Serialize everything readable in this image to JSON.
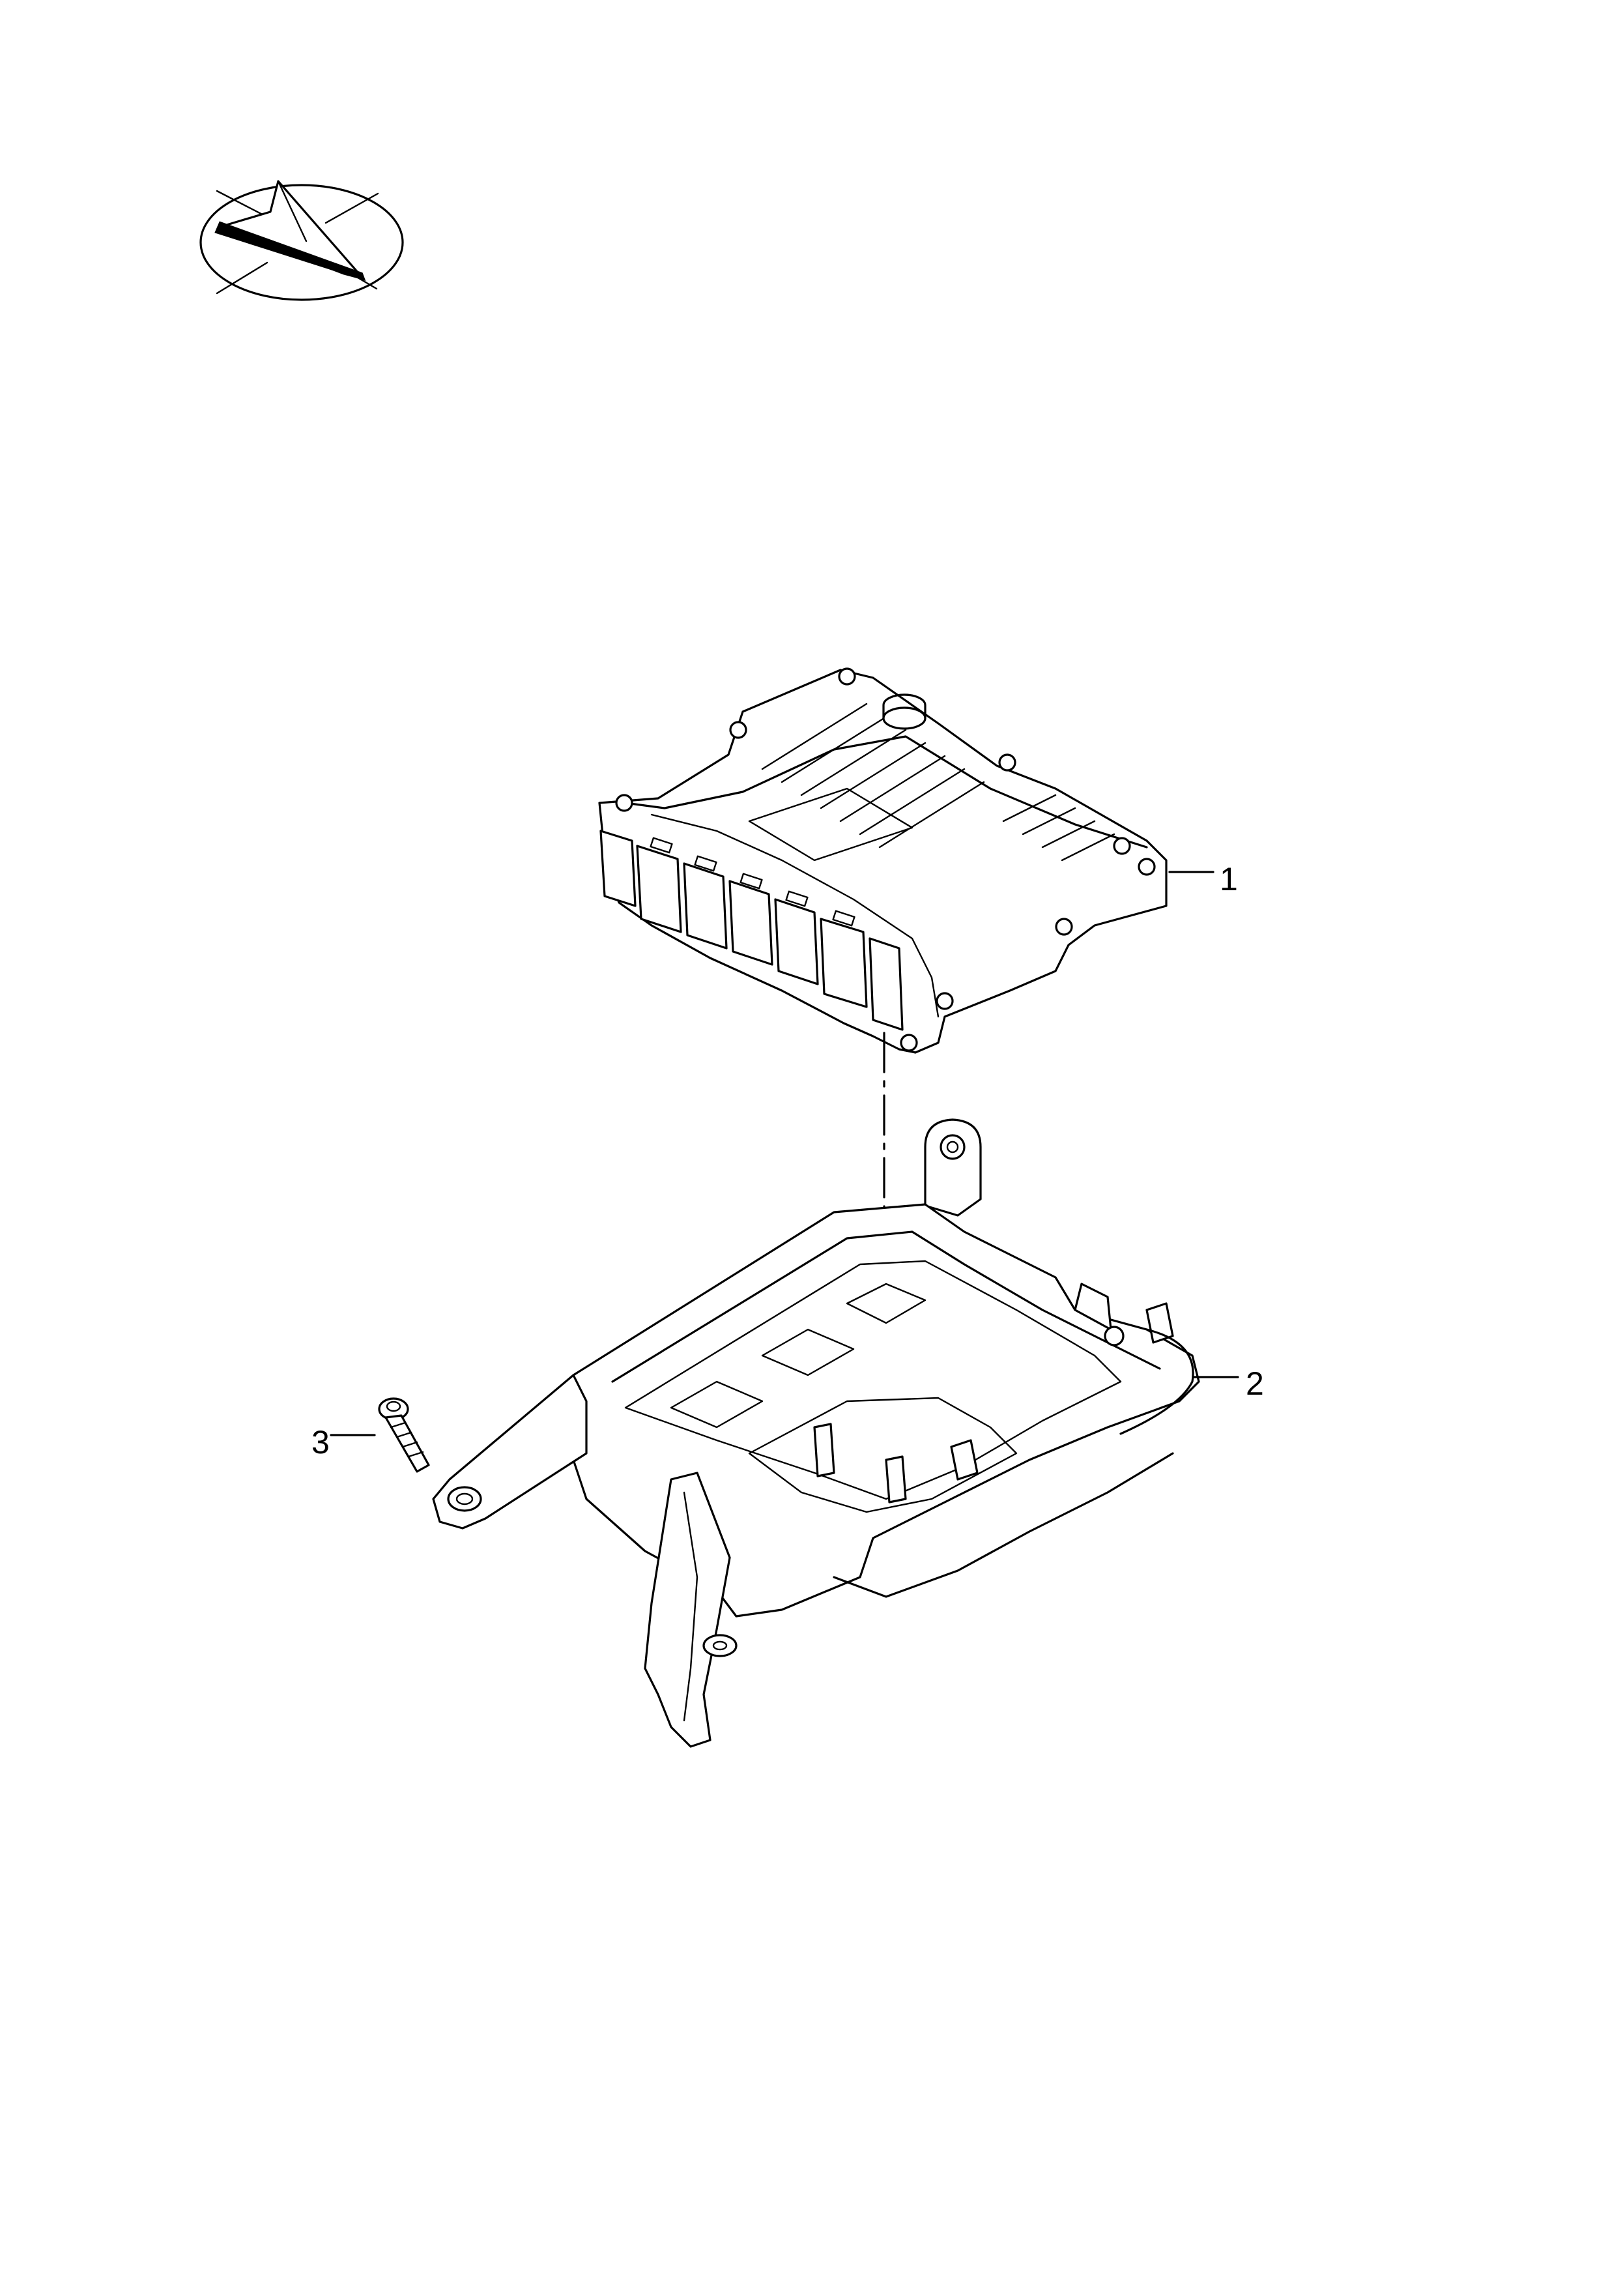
{
  "diagram": {
    "callouts": [
      {
        "id": "1",
        "label": "1"
      },
      {
        "id": "2",
        "label": "2"
      },
      {
        "id": "3",
        "label": "3"
      }
    ],
    "icons": [
      "orientation-compass-icon"
    ],
    "colors": {
      "line": "#000000",
      "background": "#ffffff"
    }
  }
}
